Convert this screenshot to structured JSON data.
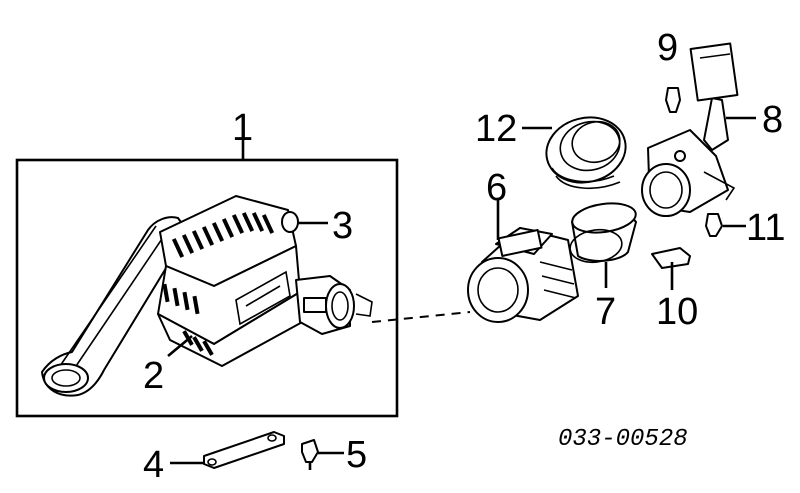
{
  "diagram": {
    "part_code": "033-00528",
    "callouts": [
      {
        "id": "1",
        "label": "1"
      },
      {
        "id": "2",
        "label": "2"
      },
      {
        "id": "3",
        "label": "3"
      },
      {
        "id": "4",
        "label": "4"
      },
      {
        "id": "5",
        "label": "5"
      },
      {
        "id": "6",
        "label": "6"
      },
      {
        "id": "7",
        "label": "7"
      },
      {
        "id": "8",
        "label": "8"
      },
      {
        "id": "9",
        "label": "9"
      },
      {
        "id": "10",
        "label": "10"
      },
      {
        "id": "11",
        "label": "11"
      },
      {
        "id": "12",
        "label": "12"
      }
    ]
  }
}
